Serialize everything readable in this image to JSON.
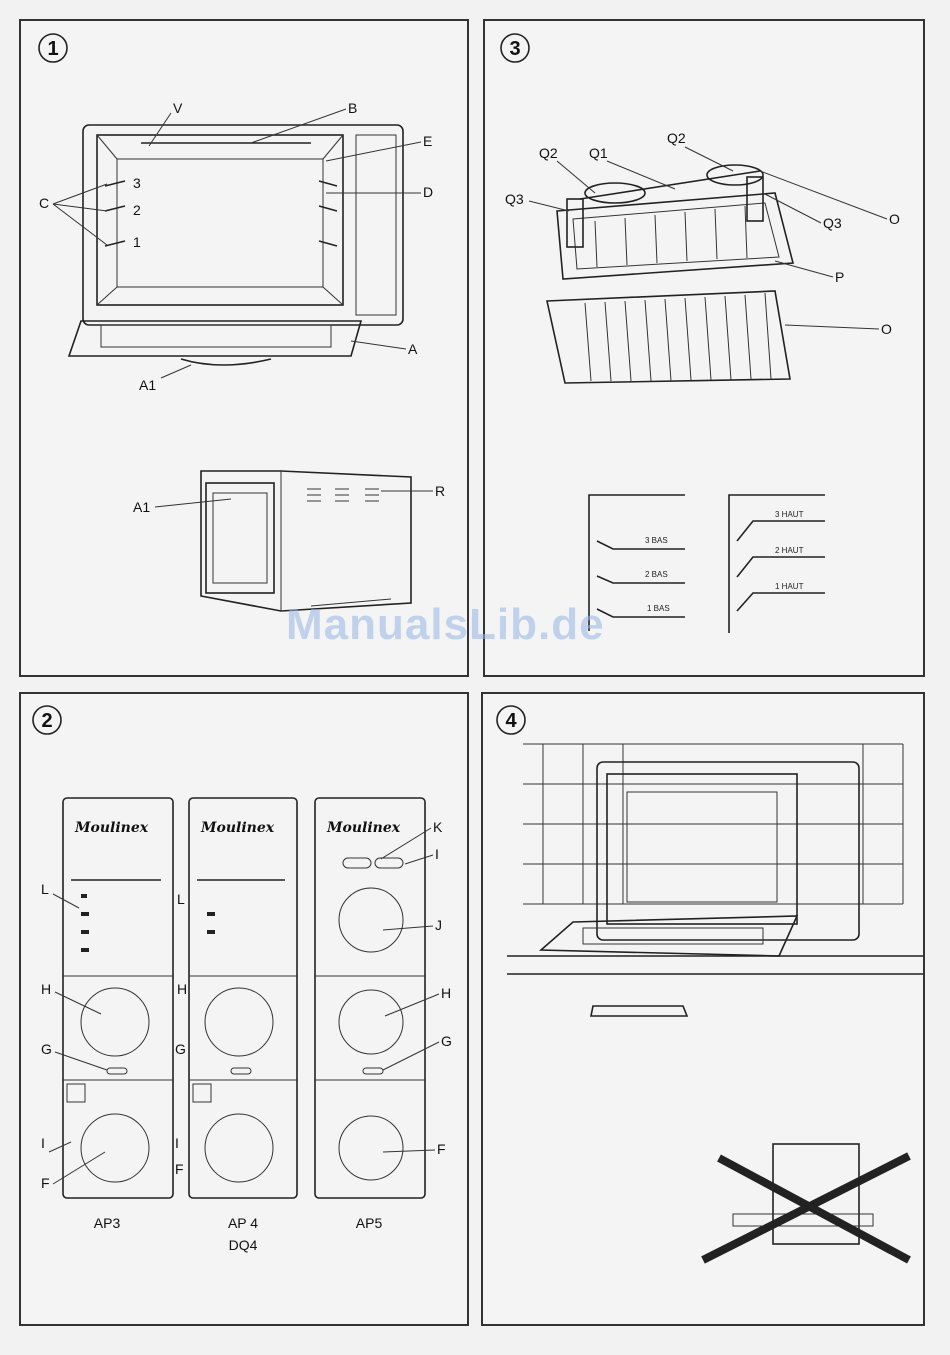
{
  "panel1": {
    "number": "1",
    "labels": {
      "V": "V",
      "B": "B",
      "E": "E",
      "C": "C",
      "D": "D",
      "A": "A",
      "A1": "A1",
      "A1b": "A1",
      "R": "R"
    },
    "levels": [
      "3",
      "2",
      "1"
    ]
  },
  "panel2": {
    "number": "2",
    "brand": "Moulinex",
    "labels": {
      "L1": "L",
      "L2": "L",
      "H1": "H",
      "H2": "H",
      "H3": "H",
      "G1": "G",
      "G2": "G",
      "G3": "G",
      "I1": "I",
      "I2": "I",
      "I3": "I",
      "F1": "F",
      "F2": "F",
      "F3": "F",
      "K": "K",
      "J": "J"
    },
    "models": {
      "ap3": "AP3",
      "ap4": "AP 4",
      "dq4": "DQ4",
      "ap5": "AP5"
    }
  },
  "panel3": {
    "number": "3",
    "labels": {
      "Q2a": "Q2",
      "Q1": "Q1",
      "Q2b": "Q2",
      "Q3a": "Q3",
      "Q3b": "Q3",
      "O1": "O",
      "P": "P",
      "O2": "O"
    },
    "bas": [
      "3 BAS",
      "2 BAS",
      "1 BAS"
    ],
    "haut": [
      "3 HAUT",
      "2 HAUT",
      "1 HAUT"
    ]
  },
  "panel4": {
    "number": "4"
  },
  "watermark": "ManualsLib.de"
}
